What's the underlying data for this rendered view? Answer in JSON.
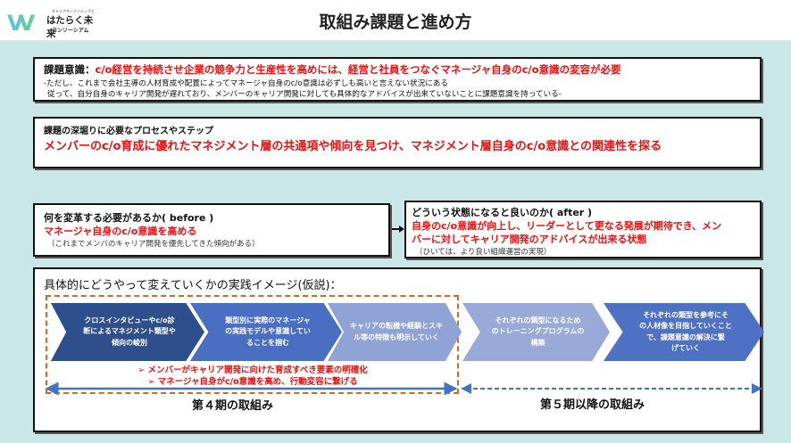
{
  "logo": {
    "mark": "W",
    "small": "キャリアオーナーシップと",
    "main": "はたらく未来",
    "sub": "コンソーシアム"
  },
  "title": "取組み課題と進め方",
  "issue": {
    "label": "課題意識：",
    "headline": "c/o経営を持続させ企業の競争力と生産性を高めには、経営と社員をつなぐマネージャ自身のc/o意識の変容が必要",
    "line1": "-ただし、これまで会社主導の人材育成や配置によってマネージャ自身のc/o意識は必ずしも高いと言えない状況にある",
    "line2": "従って、自分自身のキャリア開発が遅れており、メンバーのキャリア開発に対しても具体的なアドバイスが出来ていないことに課題意識を持っている-"
  },
  "process": {
    "label": "課題の深堀りに必要なプロセスやステップ",
    "headline": "メンバーのc/o育成に優れたマネジメント層の共通項や傾向を見つけ、マネジメント層自身のc/o意識との関連性を探る"
  },
  "before": {
    "label": "何を変革する必要があるか( before )",
    "headline": "マネージャ自身のc/o意識を高める",
    "note": "（これまでメンバのキャリア開発を優先してきた傾向がある）"
  },
  "after": {
    "label": "どういう状態になると良いのか( after )",
    "headline1": "自身のc/o意識が向上し、リーダーとして更なる発展が期待でき、メン",
    "headline2": "バーに対してキャリア開発のアドバイスが出来る状態",
    "note": "（ひいては、より良い組織運営の実現）"
  },
  "practice": {
    "label": "具体的にどうやって変えていくかの実践イメージ(仮説)：",
    "steps": [
      {
        "lines": [
          "クロスインタビューやc/o診",
          "断によるマネジメント類型や",
          "傾向の峻別"
        ],
        "color": "#2f4f8c"
      },
      {
        "lines": [
          "類型別に実際のマネージャ",
          "の実践モデルや意識してい",
          "ることを掴む"
        ],
        "color": "#4a6ec2"
      },
      {
        "lines": [
          "キャリアの転機や経験とスキ",
          "ル等の特徴も明示していく"
        ],
        "color": "#8fa3d6"
      },
      {
        "lines": [
          "それぞれの類型になるため",
          "のトレーニングプログラムの",
          "構築"
        ],
        "color": "#9aaad8"
      },
      {
        "lines": [
          "それぞれの類型を参考にそ",
          "の人材像を目指していくこと",
          "で、課題意識の解決に繋",
          "げていく"
        ],
        "color": "#4f71c4"
      }
    ],
    "outcomes": [
      "➢ メンバーがキャリア開発に向けた育成すべき要素の明確化",
      "➢ マネージャ自身がc/o意識を高め、行動変容に繋げる"
    ],
    "phase4": "第４期の取組み",
    "phase5": "第５期以降の取組み"
  },
  "colors": {
    "accent_red": "#f01010",
    "dash_orange": "#d2691e",
    "arrow_blue": "#4472c4",
    "background": "#c8e7e6"
  }
}
